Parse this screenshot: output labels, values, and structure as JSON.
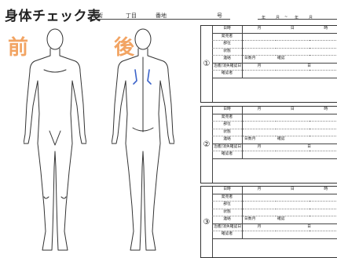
{
  "header": {
    "title": "身体チェック表",
    "fields": [
      "番街",
      "丁目",
      "番地",
      "号"
    ],
    "date_markers": [
      "年",
      "月",
      "~",
      "年",
      "月"
    ]
  },
  "sides": {
    "front": "前",
    "back": "後"
  },
  "colors": {
    "accent": "#f2a463",
    "mark": "#3b63c9",
    "line": "#333333"
  },
  "cards": [
    {
      "index": "①"
    },
    {
      "index": "②"
    },
    {
      "index": "③"
    }
  ],
  "row_labels": {
    "date": "日時",
    "month": "月",
    "day": "日",
    "hour_abbr": "時",
    "finder": "発見者",
    "part": "部位",
    "state": "状態",
    "contact": "連絡",
    "date_col": "日数月",
    "confirm_col": "確認",
    "follow": "治癒/消失確認日",
    "confirmer": "確認者"
  }
}
